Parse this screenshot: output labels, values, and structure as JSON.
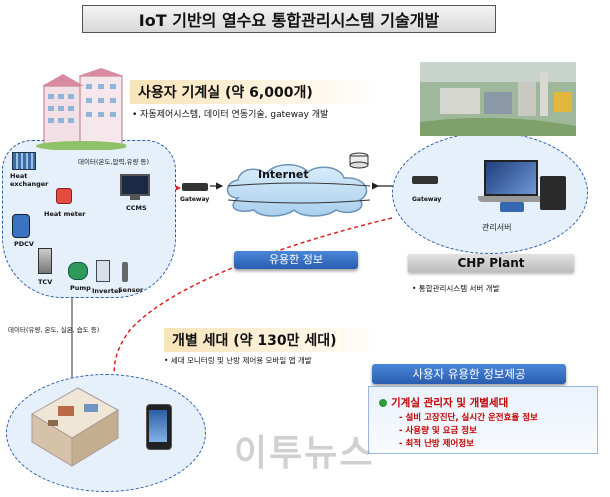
{
  "title": "IoT 기반의 열수요 통합관리시스템 기술개발",
  "machine_room": {
    "header": "사용자 기계실 (약 6,000개)",
    "note": "• 자동제어시스템, 데이터 연동기술, gateway 개발",
    "data_label": "데이터(온도,압력,유량 등)",
    "ccms_label": "CCMS",
    "gateway_label": "Gateway",
    "devices": {
      "heat_exchanger": "Heat exchanger",
      "heat_meter": "Heat meter",
      "pdcv": "PDCV",
      "tcv": "TCV",
      "pump": "Pump",
      "inverter": "Inverter",
      "sensor": "Sensor"
    }
  },
  "internet_label": "Internet",
  "useful_info": "유용한 정보",
  "chp": {
    "gateway_label": "Gateway",
    "server_label": "관리서버",
    "plant_label": "CHP Plant",
    "note": "• 통합관리시스템  서버 개발"
  },
  "household": {
    "data_label": "데이터(유량, 온도, 실온, 습도 등)",
    "header": "개별 세대 (약 130만 세대)",
    "note": "• 세대 모니터링 및 난방 제어용 모바일 앱 개발"
  },
  "info_provision": {
    "button": "사용자 유용한 정보제공",
    "main_item": "기계실 관리자 및 개별세대",
    "sub_items": [
      "- 설비 고장진단, 실시간 운전효율 정보",
      "- 사용량 및 요금 정보",
      "- 최적 난방 제어정보"
    ]
  },
  "watermark": "이투뉴스",
  "colors": {
    "accent_blue": "#2a5db0",
    "arrow_red": "#d9231f",
    "highlight_red": "#c00000"
  }
}
